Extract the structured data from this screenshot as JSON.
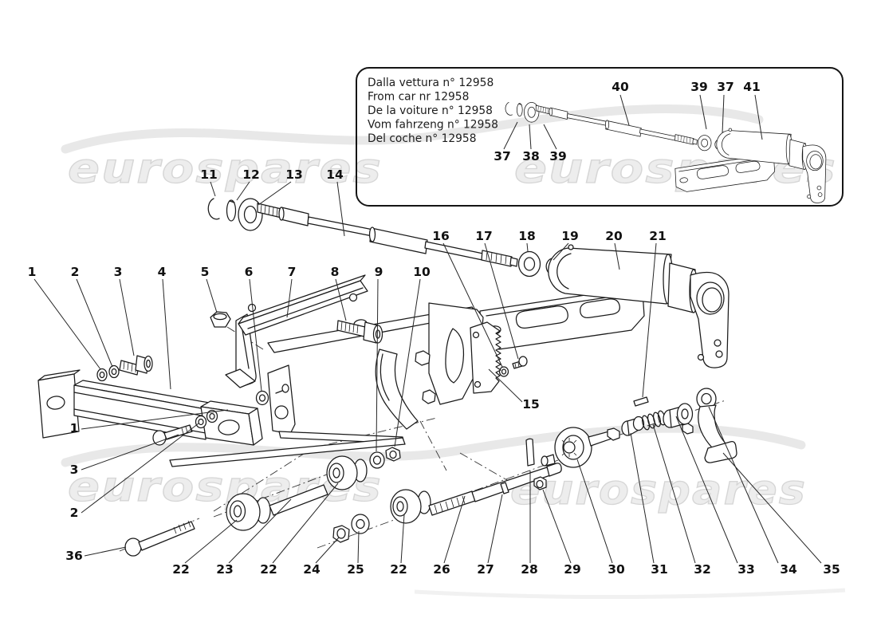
{
  "watermark": {
    "text": "eurospares"
  },
  "inset": {
    "note_lines": [
      "Dalla vettura n° 12958",
      "From car nr 12958",
      "De la voiture n° 12958",
      "Vom fahrzeng n° 12958",
      "Del coche n° 12958"
    ],
    "callouts": [
      "37",
      "38",
      "39",
      "40",
      "39",
      "37",
      "41"
    ]
  },
  "callouts": {
    "main": [
      "1",
      "2",
      "3",
      "4",
      "5",
      "6",
      "7",
      "8",
      "9",
      "10",
      "11",
      "12",
      "13",
      "14",
      "15",
      "16",
      "17",
      "18",
      "19",
      "20",
      "21",
      "22",
      "23",
      "22",
      "24",
      "25",
      "22",
      "26",
      "27",
      "28",
      "29",
      "30",
      "31",
      "32",
      "33",
      "34",
      "35",
      "36",
      "1",
      "3",
      "2"
    ]
  },
  "colors": {
    "line": "#1a1a1a",
    "label": "#111111",
    "watermark_fill": "#ededed",
    "watermark_stroke": "#d6d6d6",
    "swoosh": "#e8e8e8",
    "background": "#ffffff"
  }
}
